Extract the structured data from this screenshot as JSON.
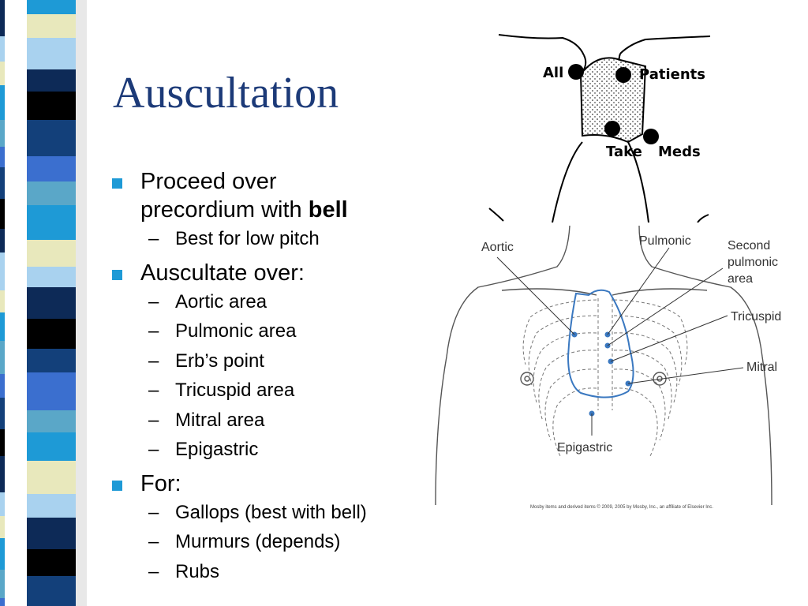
{
  "slide": {
    "title": "Auscultation",
    "colors": {
      "title": "#1c3a78",
      "bullet": "#1e9ad6",
      "diagram_blue": "#3a78c0"
    }
  },
  "bullets": {
    "b1_line1": "Proceed over",
    "b1_line2": "precordium with ",
    "b1_bold": "bell",
    "b1_sub": "Best for low pitch",
    "b2": "Auscultate over:",
    "b2_subs": [
      "Aortic area",
      "Pulmonic area",
      "Erb’s point",
      "Tricuspid area",
      "Mitral area",
      "Epigastric"
    ],
    "b3": "For:",
    "b3_subs": [
      "Gallops (best with bell)",
      "Murmurs (depends)",
      "Rubs"
    ],
    "dash": "–"
  },
  "mnemonic": {
    "w1": "All",
    "w2": "Patients",
    "w3": "Take",
    "w4": "Meds"
  },
  "diagram": {
    "labels": {
      "aortic": "Aortic",
      "pulmonic": "Pulmonic",
      "second_1": "Second",
      "second_2": "pulmonic",
      "second_3": "area",
      "tricuspid": "Tricuspid",
      "mitral": "Mitral",
      "epigastric": "Epigastric"
    },
    "copyright": "Mosby items and derived items © 2009, 2005 by Mosby, Inc., an affiliate of Elsevier Inc."
  }
}
